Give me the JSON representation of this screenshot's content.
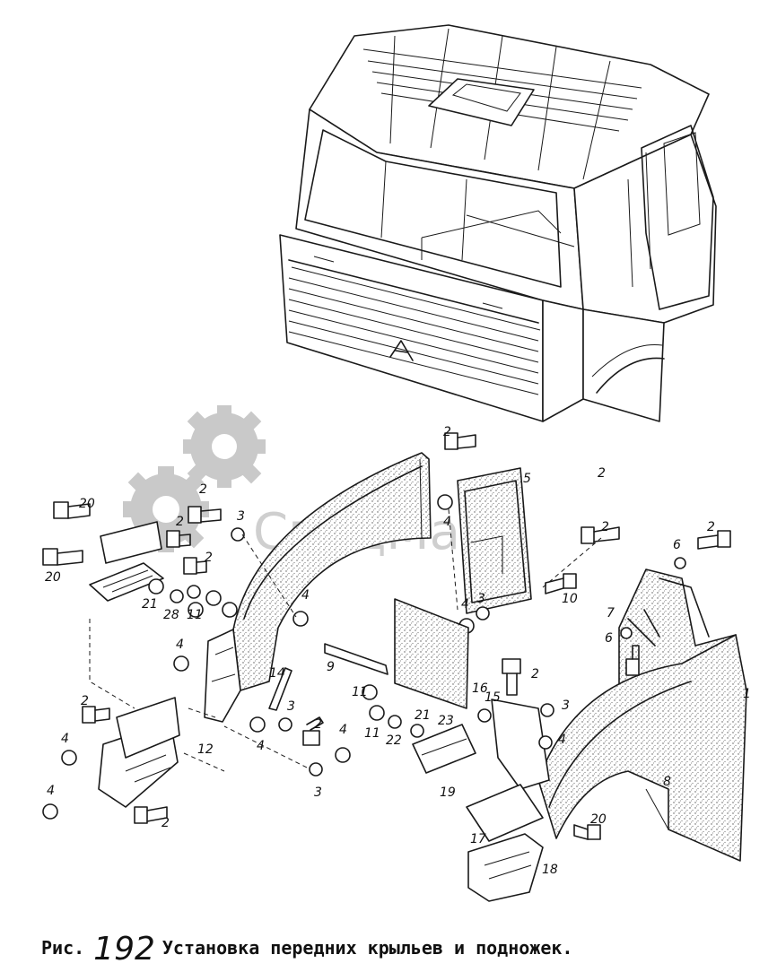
{
  "watermark": {
    "text": "СпецМаш",
    "color": "#c9c9c9"
  },
  "caption": {
    "prefix": "Рис.",
    "number": "192",
    "title": "Установка передних крыльев и подножек."
  },
  "parts": [
    {
      "id": "p1",
      "label": "1"
    },
    {
      "id": "p2a",
      "label": "2"
    },
    {
      "id": "p2b",
      "label": "2"
    },
    {
      "id": "p2c",
      "label": "2"
    },
    {
      "id": "p2d",
      "label": "2"
    },
    {
      "id": "p2e",
      "label": "2"
    },
    {
      "id": "p2f",
      "label": "2"
    },
    {
      "id": "p2g",
      "label": "2"
    },
    {
      "id": "p2h",
      "label": "2"
    },
    {
      "id": "p2i",
      "label": "2"
    },
    {
      "id": "p2j",
      "label": "2"
    },
    {
      "id": "p2k",
      "label": "2"
    },
    {
      "id": "p3a",
      "label": "3"
    },
    {
      "id": "p3b",
      "label": "3"
    },
    {
      "id": "p3c",
      "label": "3"
    },
    {
      "id": "p3d",
      "label": "3"
    },
    {
      "id": "p3e",
      "label": "3"
    },
    {
      "id": "p4a",
      "label": "4"
    },
    {
      "id": "p4b",
      "label": "4"
    },
    {
      "id": "p4c",
      "label": "4"
    },
    {
      "id": "p4d",
      "label": "4"
    },
    {
      "id": "p4e",
      "label": "4"
    },
    {
      "id": "p4f",
      "label": "4"
    },
    {
      "id": "p4g",
      "label": "4"
    },
    {
      "id": "p4h",
      "label": "4"
    },
    {
      "id": "p4i",
      "label": "4"
    },
    {
      "id": "p5",
      "label": "5"
    },
    {
      "id": "p6a",
      "label": "6"
    },
    {
      "id": "p6b",
      "label": "6"
    },
    {
      "id": "p7",
      "label": "7"
    },
    {
      "id": "p8",
      "label": "8"
    },
    {
      "id": "p9",
      "label": "9"
    },
    {
      "id": "p10",
      "label": "10"
    },
    {
      "id": "p11a",
      "label": "11"
    },
    {
      "id": "p11b",
      "label": "11"
    },
    {
      "id": "p11c",
      "label": "11"
    },
    {
      "id": "p12",
      "label": "12"
    },
    {
      "id": "p14",
      "label": "14"
    },
    {
      "id": "p15",
      "label": "15"
    },
    {
      "id": "p16",
      "label": "16"
    },
    {
      "id": "p17",
      "label": "17"
    },
    {
      "id": "p18",
      "label": "18"
    },
    {
      "id": "p19",
      "label": "19"
    },
    {
      "id": "p20a",
      "label": "20"
    },
    {
      "id": "p20b",
      "label": "20"
    },
    {
      "id": "p20c",
      "label": "20"
    },
    {
      "id": "p21a",
      "label": "21"
    },
    {
      "id": "p21b",
      "label": "21"
    },
    {
      "id": "p22",
      "label": "22"
    },
    {
      "id": "p23",
      "label": "23"
    },
    {
      "id": "p28",
      "label": "28"
    }
  ]
}
